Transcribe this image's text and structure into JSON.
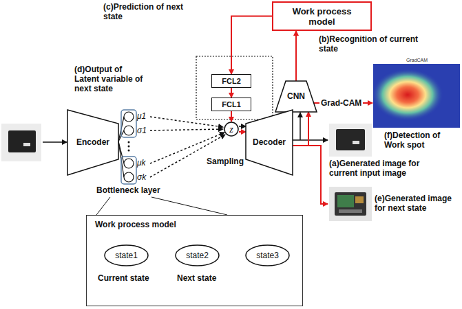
{
  "diagram": {
    "nodes": [
      {
        "text": [
          "Work process model"
        ]
      },
      {
        "text": [
          "FCL2"
        ]
      },
      {
        "text": [
          "FCL1"
        ]
      },
      {
        "text": [
          "CNN"
        ]
      },
      {
        "text": [
          "Encoder"
        ]
      },
      {
        "text": [
          "z"
        ]
      },
      {
        "text": [
          "Decoder"
        ]
      },
      {
        "text": [
          "Work process model"
        ]
      },
      {
        "text": [
          "state1"
        ],
        "in": 7
      },
      {
        "text": [
          "state2"
        ],
        "in": 7
      },
      {
        "text": [
          "state3"
        ],
        "in": 7
      }
    ],
    "edges": [
      {
        "from": 0,
        "to": 1,
        "arrow": "to"
      },
      {
        "from": 1,
        "to": 2,
        "arrow": "to"
      },
      {
        "from": 2,
        "to": 5,
        "arrow": "to"
      },
      {
        "from": 3,
        "to": 0,
        "arrow": "to"
      },
      {
        "from": 5,
        "to": 6,
        "arrow": "to"
      },
      {
        "from": 6,
        "to": 3,
        "arrow": "to"
      },
      {
        "from": 8,
        "to": 9,
        "arrow": "to"
      },
      {
        "from": 9,
        "to": 10,
        "arrow": "to"
      }
    ],
    "labels": [
      "(c)Prediction of next state",
      "(b)Recognition of current state",
      "(d)Output of Latent variable of next state",
      "GradCAM",
      "Grad-CAM",
      "(f)Detection of Work spot",
      "μ1",
      "σ1",
      "μk",
      "σk",
      "Bottleneck layer",
      "Sampling",
      "(a)Generated image for current input image",
      "(e)Generated image for next state",
      "Current state",
      "Next state"
    ]
  }
}
